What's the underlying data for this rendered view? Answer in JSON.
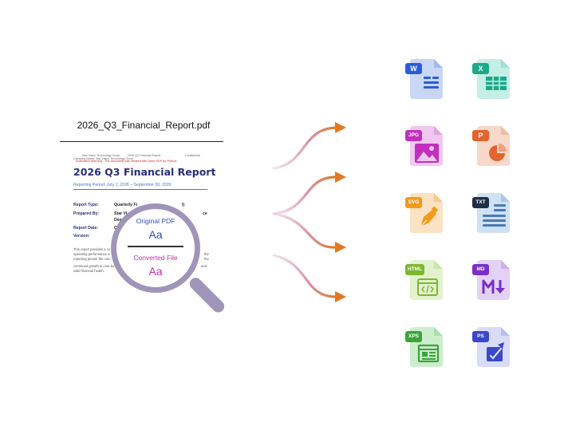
{
  "source": {
    "filename": "2026_Q3_Financial_Report.pdf",
    "header_left": "Star Vision Technology Group",
    "header_mid": "2026 Q3 Financial Report",
    "header_right": "Confidential",
    "header_left_2": "Company Name: Star Vision Technology Group",
    "warning": "Evaluation Warning : The document was created with Spire.PDF for Python.",
    "title": "2026 Q3 Financial Report",
    "period": "Reporting Period: July 1, 2026 – September 30, 2026",
    "rows": [
      {
        "label": "Report Type:",
        "value": "Quarterly Fi"
      },
      {
        "label": "Prepared By:",
        "value": "Star Vi"
      },
      {
        "label": "",
        "value": "Dep"
      },
      {
        "label": "Report Date:",
        "value": "O"
      },
      {
        "label": "Version:",
        "value": ""
      }
    ],
    "row_tails": [
      "l)",
      "ce"
    ],
    "paragraph": [
      "This report provides a co",
      "operating performance a",
      "reporting period, the com",
      "continued growth in core bu",
      "solid financial health."
    ],
    "para_tails": [
      "the",
      "the",
      "and"
    ]
  },
  "magnifier": {
    "original_label": "Original PDF",
    "original_sample": "Aa",
    "converted_label": "Converted File",
    "converted_sample": "Aa",
    "original_color": "#2e52c4",
    "converted_color": "#c42ea9"
  },
  "targets": [
    {
      "badge": "W",
      "icon": "word-icon",
      "color": "#2b5bd7",
      "bg": "#c9d6f5"
    },
    {
      "badge": "X",
      "icon": "excel-icon",
      "color": "#1ba98a",
      "bg": "#c4efe6"
    },
    {
      "badge": "JPG",
      "icon": "image-icon",
      "color": "#c22fbd",
      "bg": "#f0c8ef"
    },
    {
      "badge": "P",
      "icon": "powerpoint-icon",
      "color": "#e2642e",
      "bg": "#f8d8c9"
    },
    {
      "badge": "SVG",
      "icon": "pen-icon",
      "color": "#f39a1a",
      "bg": "#fbe2c2"
    },
    {
      "badge": "TXT",
      "icon": "text-lines-icon",
      "color": "#1f2f45",
      "bg": "#cfe1f4"
    },
    {
      "badge": "HTML",
      "icon": "code-icon",
      "color": "#7cb82f",
      "bg": "#e3f1cf"
    },
    {
      "badge": "MD",
      "icon": "markdown-icon",
      "color": "#7a2fc6",
      "bg": "#e2d2f6"
    },
    {
      "badge": "XPS",
      "icon": "xps-icon",
      "color": "#3aa53a",
      "bg": "#cdeecd"
    },
    {
      "badge": "PS",
      "icon": "ps-edit-icon",
      "color": "#3a48c9",
      "bg": "#d8dcf7"
    }
  ]
}
